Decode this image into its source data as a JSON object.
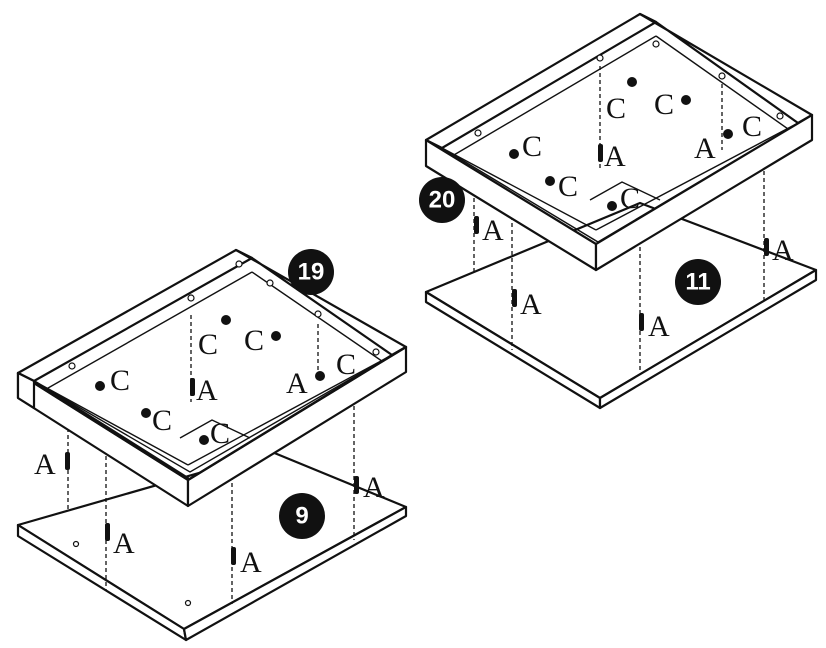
{
  "callouts": {
    "step_9": "9",
    "step_11": "11",
    "step_19": "19",
    "step_20": "20"
  },
  "parts": {
    "dowel_letter": "A",
    "cam_letter": "C"
  },
  "colors": {
    "ink": "#111111",
    "paper": "#ffffff"
  }
}
